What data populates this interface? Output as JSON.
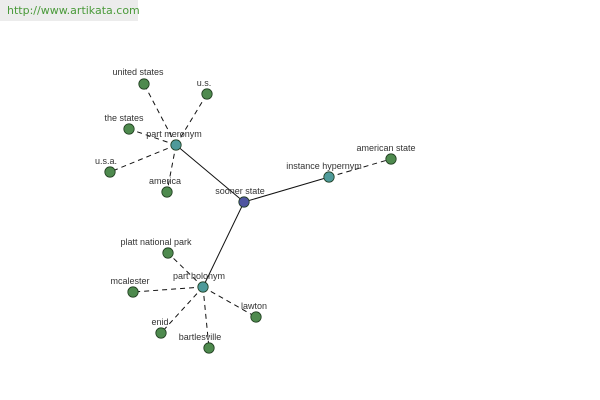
{
  "banner": {
    "url": "http://www.artikata.com"
  },
  "colors": {
    "root_node": "#4f55a0",
    "relation_node": "#4e9a9a",
    "leaf_node": "#4e8a4e",
    "edge": "#111111",
    "label": "#333333",
    "banner_text": "#4a9a3a"
  },
  "graph": {
    "root": {
      "label": "sooner state"
    },
    "relations": [
      {
        "label": "part meronym"
      },
      {
        "label": "instance hypernym"
      },
      {
        "label": "part holonym"
      }
    ],
    "leaves": [
      {
        "label": "united states"
      },
      {
        "label": "u.s."
      },
      {
        "label": "the states"
      },
      {
        "label": "u.s.a."
      },
      {
        "label": "america"
      },
      {
        "label": "american state"
      },
      {
        "label": "platt national park"
      },
      {
        "label": "mcalester"
      },
      {
        "label": "lawton"
      },
      {
        "label": "enid"
      },
      {
        "label": "bartlesville"
      }
    ]
  }
}
